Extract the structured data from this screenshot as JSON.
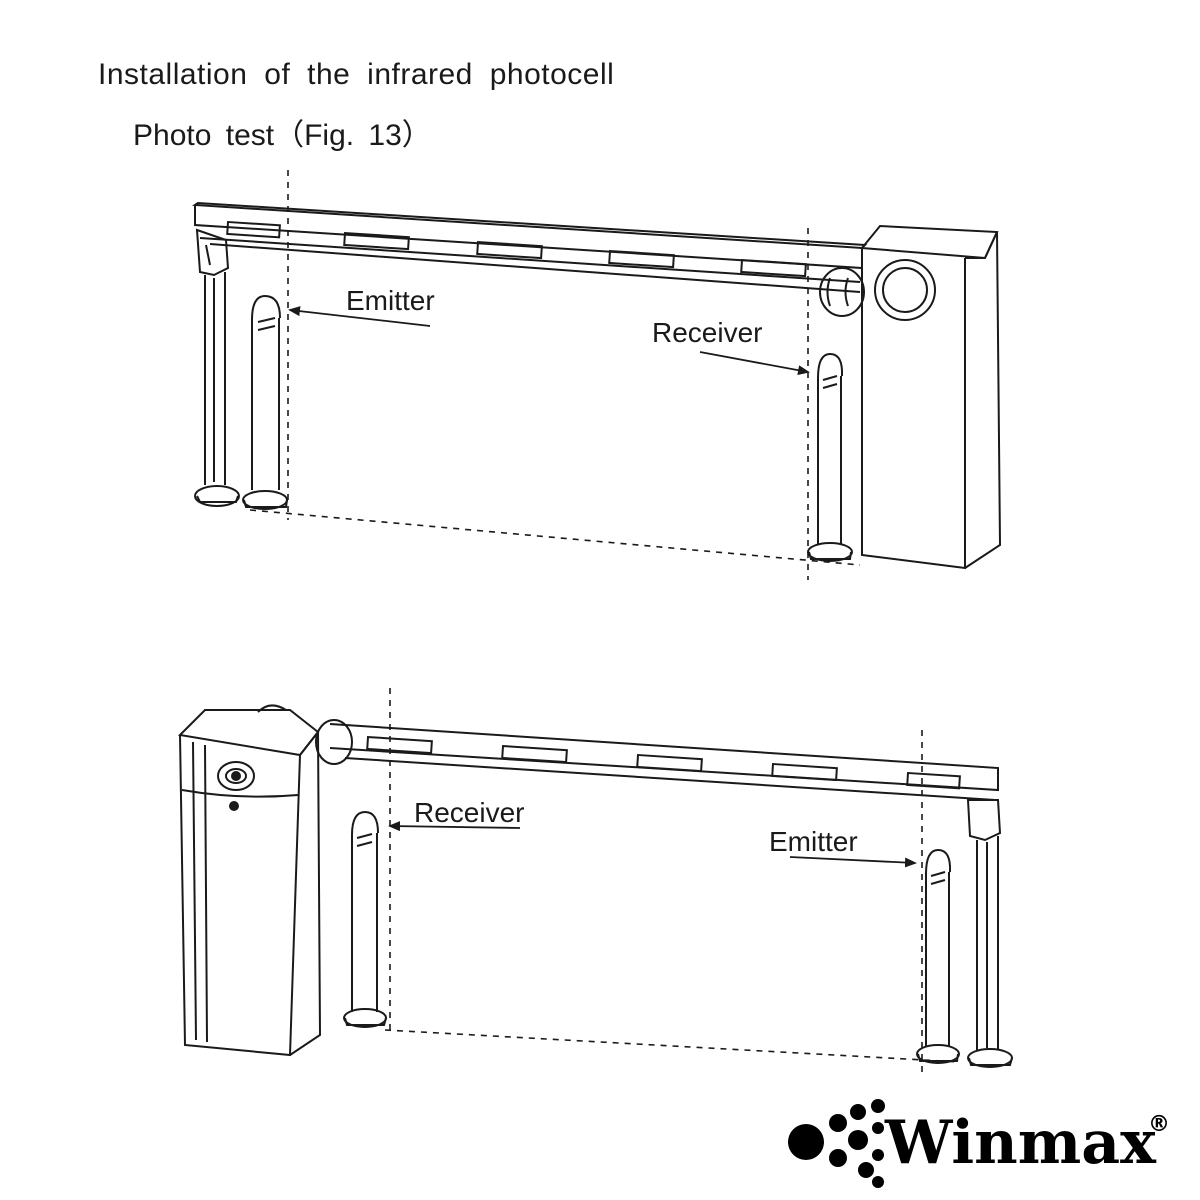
{
  "heading": {
    "title": "Installation of the infrared photocell",
    "subtitle": "Photo test（Fig. 13）"
  },
  "figure_top": {
    "left_label": "Emitter",
    "right_label": "Receiver"
  },
  "figure_bottom": {
    "left_label": "Receiver",
    "right_label": "Emitter"
  },
  "brand": {
    "name": "Winmax",
    "mark": "®"
  }
}
